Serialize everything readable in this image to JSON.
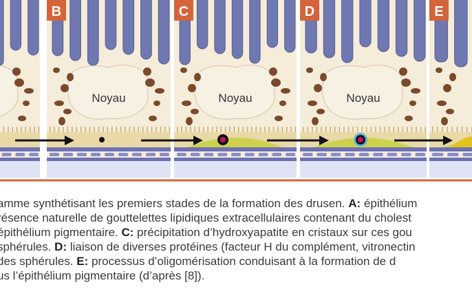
{
  "figure": {
    "panel_letters": [
      "B",
      "C",
      "D",
      "E"
    ],
    "nucleus_label": "Noyau",
    "colors": {
      "frame": "#d4643a",
      "panel_bg": "#f6ecda",
      "photoreceptor": "#6f78b0",
      "melanin": "#7a4a2c",
      "nucleus": "#f7f1e4",
      "drusen_layer": "#c8cf3d",
      "bruch_membrane": "#6d72b6",
      "choroid": "#dfe3f4",
      "arrow": "#111111",
      "hydroxyapatite": "#c0136b"
    }
  },
  "caption": {
    "lines": [
      [
        {
          "b": false,
          "t": "amme synthétisant les premiers stades de la formation des drusen. "
        },
        {
          "b": true,
          "t": "A:"
        },
        {
          "b": false,
          "t": " épithélium"
        }
      ],
      [
        {
          "b": false,
          "t": "résence naturelle de gouttelettes lipidiques extracellulaires contenant du cholest"
        }
      ],
      [
        {
          "b": false,
          "t": "épithélium pigmentaire. "
        },
        {
          "b": true,
          "t": "C:"
        },
        {
          "b": false,
          "t": " précipitation d’hydroxyapatite en cristaux sur ces gou"
        }
      ],
      [
        {
          "b": false,
          "t": "sphérules. "
        },
        {
          "b": true,
          "t": "D:"
        },
        {
          "b": false,
          "t": " liaison de diverses protéines (facteur H du complément, vitronectin"
        }
      ],
      [
        {
          "b": false,
          "t": "des sphérules. "
        },
        {
          "b": true,
          "t": "E:"
        },
        {
          "b": false,
          "t": " processus d’oligomérisation conduisant à la formation de d"
        }
      ],
      [
        {
          "b": false,
          "t": "us l’épithélium pigmentaire (d’après [8])."
        }
      ]
    ]
  }
}
